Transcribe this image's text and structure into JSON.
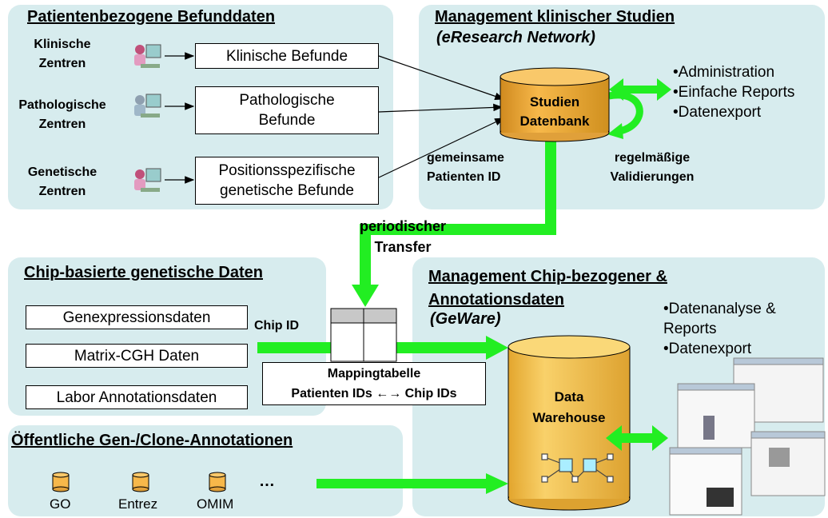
{
  "panels": {
    "befund": {
      "title": "Patientenbezogene Befunddaten"
    },
    "studien": {
      "title": "Management klinischer Studien",
      "subtitle": "(eResearch Network)"
    },
    "chip": {
      "title": "Chip-basierte genetische Daten"
    },
    "annot": {
      "title": "Management Chip-bezogener &\nAnnotationsdaten",
      "subtitle": "(GeWare)"
    },
    "oeff": {
      "title": "Öffentliche Gen-/Clone-Annotationen"
    }
  },
  "centers": [
    "Klinische\nZentren",
    "Pathologische\nZentren",
    "Genetische\nZentren"
  ],
  "befunde": [
    "Klinische Befunde",
    "Pathologische\nBefunde",
    "Positionsspezifische\ngenetische Befunde"
  ],
  "studien_db": "Studien\nDatenbank",
  "studien_features": "•Administration\n•Einfache Reports\n•Datenexport",
  "gemeinsame": "gemeinsame\nPatienten ID",
  "validierung": "regelmäßige\nValidierungen",
  "transfer": "periodischer\nTransfer",
  "chip_sources": [
    "Genexpressionsdaten",
    "Matrix-CGH Daten",
    "Labor Annotationsdaten"
  ],
  "chip_id": "Chip ID",
  "mapping": "Mappingtabelle\nPatienten IDs ←→ Chip IDs",
  "dw": "Data\nWarehouse",
  "dw_features": "•Datenanalyse &\n  Reports\n•Datenexport",
  "oeff_sources": [
    "GO",
    "Entrez",
    "OMIM"
  ],
  "ellipsis": "…",
  "colors": {
    "panel": "#d7ecee",
    "arrow_green": "#22ee22",
    "db_orange": "#f7b84a",
    "dw_yellow": "#f8ca58",
    "node_cyan": "#aaeeff"
  }
}
